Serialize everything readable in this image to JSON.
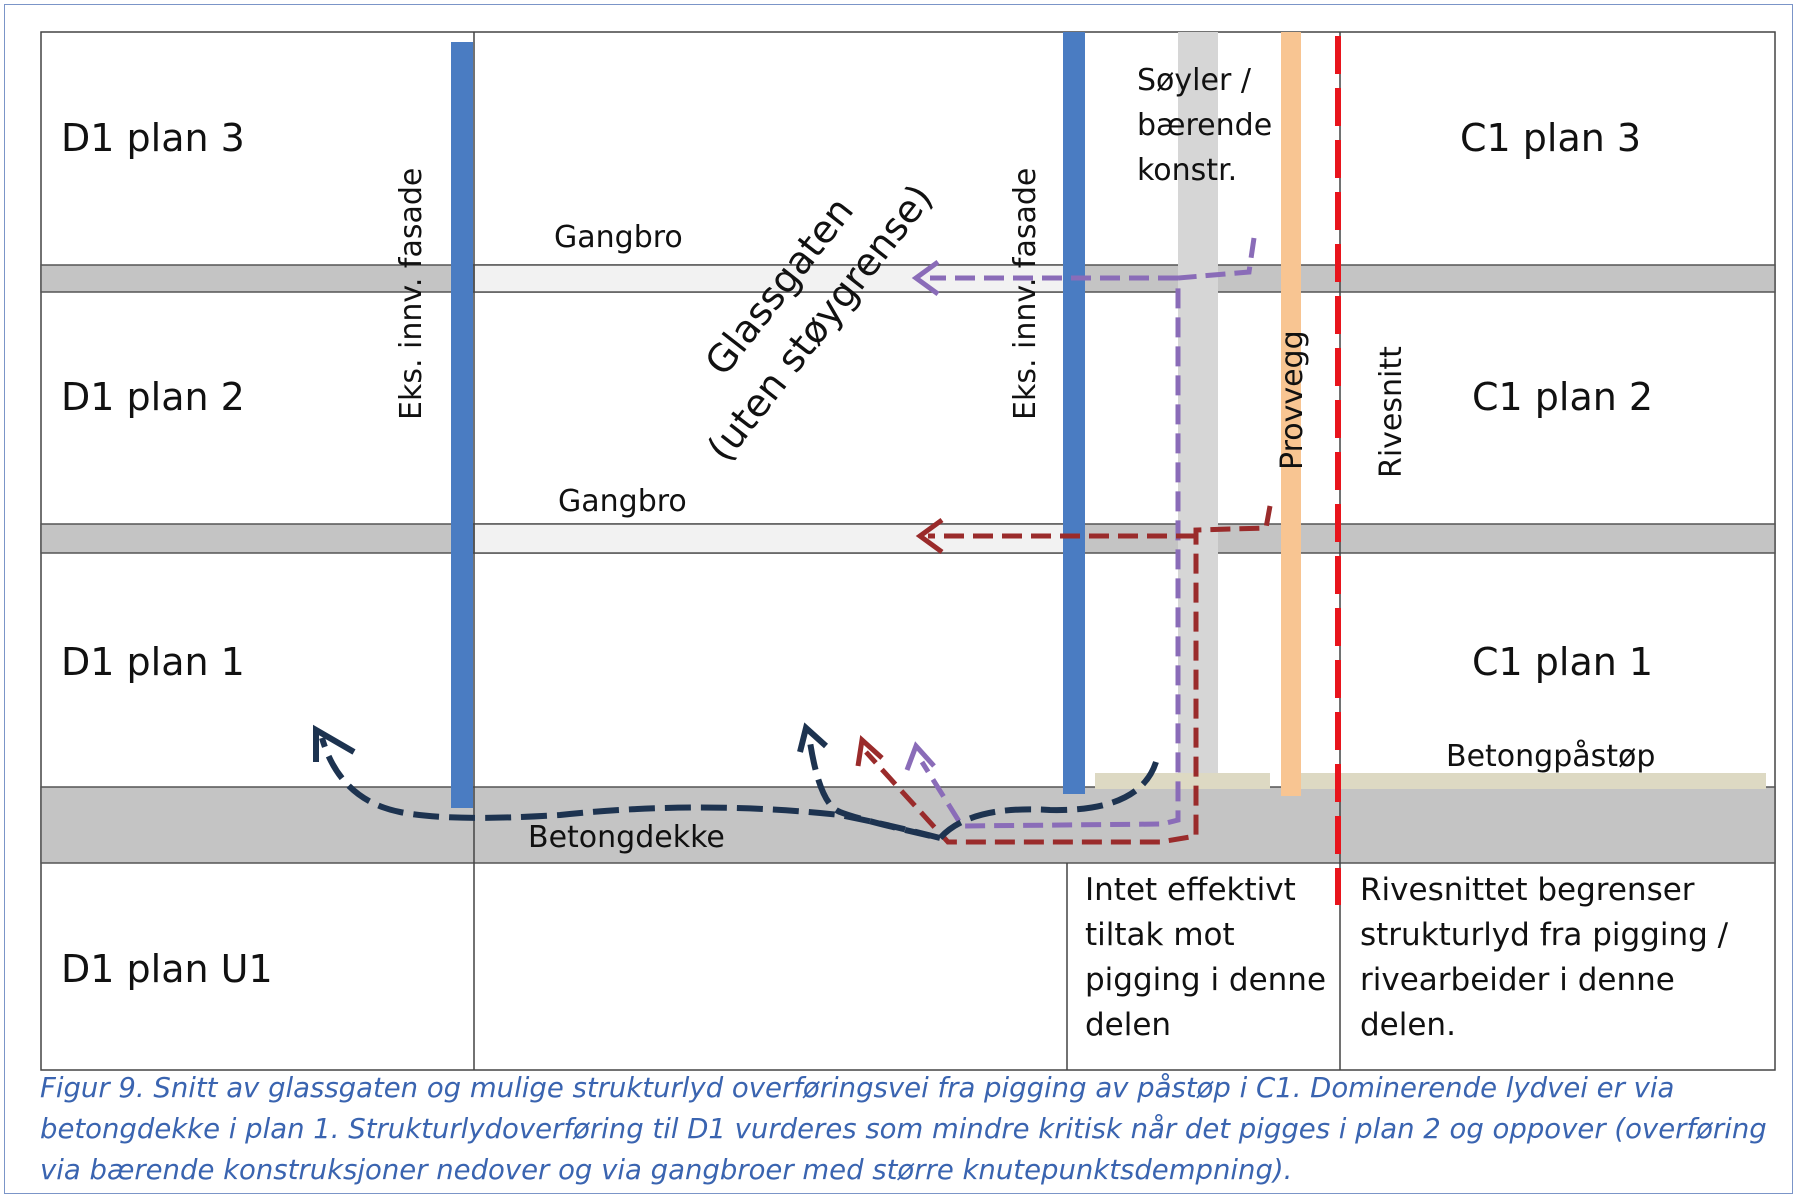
{
  "floors": {
    "d1_plan3": "D1 plan 3",
    "d1_plan2": "D1 plan 2",
    "d1_plan1": "D1 plan 1",
    "d1_planU1": "D1 plan U1",
    "c1_plan3": "C1 plan 3",
    "c1_plan2": "C1 plan 2",
    "c1_plan1": "C1 plan 1"
  },
  "labels": {
    "gangbro_upper": "Gangbro",
    "gangbro_lower": "Gangbro",
    "facade_left": "Eks. innv. fasade",
    "facade_right": "Eks. innv. fasade",
    "glassgaten_line1": "Glassgaten",
    "glassgaten_line2": "(uten støygrense)",
    "soyler_line1": "Søyler /",
    "soyler_line2": "bærende",
    "soyler_line3": "konstr.",
    "provvegg": "Provvegg",
    "rivesnitt": "Rivesnitt",
    "betongpastop": "Betongpåstøp",
    "betongdekke": "Betongdekke"
  },
  "notes": {
    "left": [
      "Intet effektivt",
      "tiltak mot",
      "pigging i denne",
      "delen"
    ],
    "right": [
      "Rivesnittet begrenser",
      "strukturlyd fra pigging /",
      "rivearbeider i denne",
      "delen."
    ]
  },
  "caption": "Figur 9. Snitt av glassgaten og mulige strukturlyd overføringsvei fra pigging av påstøp i C1. Dominerende lydvei er via betongdekke i plan 1. Strukturlydoverføring til D1 vurderes som mindre kritisk når det pigges i plan 2 og oppover (overføring via bærende konstruksjoner nedover og via gangbroer med større knutepunktsdempning).",
  "colors": {
    "slab": "#c4c4c4",
    "column": "#d6d6d6",
    "facade": "#4a7cc2",
    "provvegg": "#f8c592",
    "rivesnitt": "#e8141c",
    "screed": "#ddd9c3",
    "path_navy": "#1d3350",
    "path_red": "#9a2b2b",
    "path_purple": "#8a6cb8",
    "caption": "#3a64b0"
  }
}
